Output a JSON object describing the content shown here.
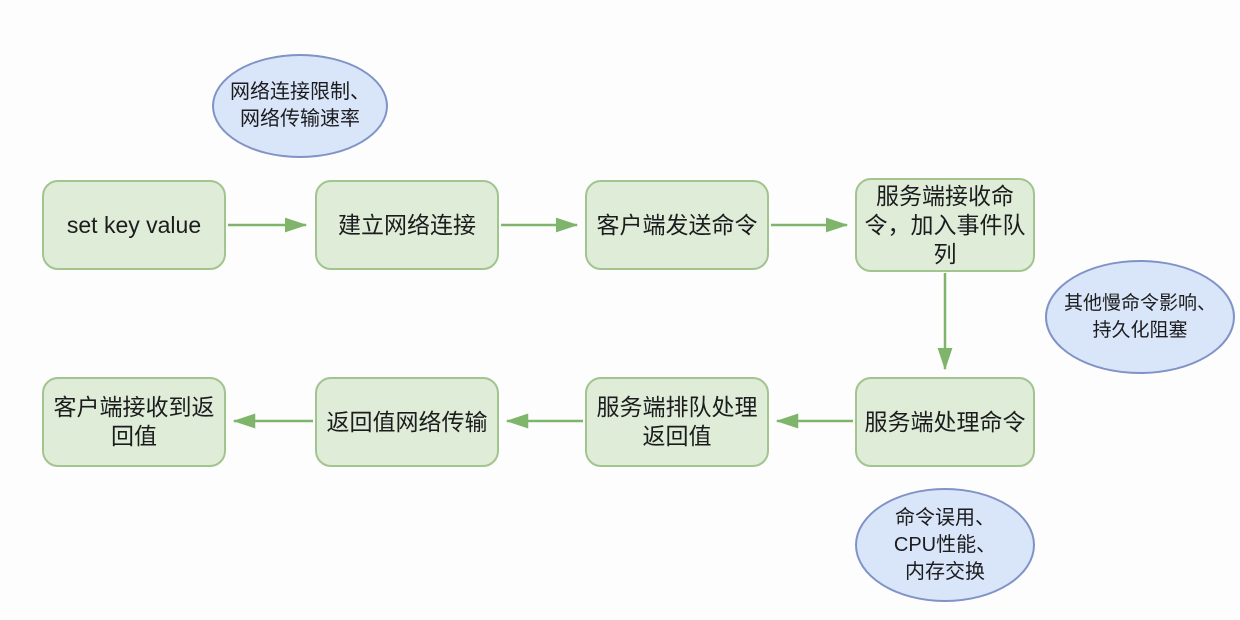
{
  "flow": {
    "nodes": [
      {
        "id": "set-key-value",
        "lines": [
          "set key value"
        ]
      },
      {
        "id": "establish-network-connection",
        "lines": [
          "建立网络连接"
        ]
      },
      {
        "id": "client-send-command",
        "lines": [
          "客户端发送命令"
        ]
      },
      {
        "id": "server-receive-command",
        "lines": [
          "服务端接收命",
          "令，加入事件队",
          "列"
        ]
      },
      {
        "id": "server-process-command",
        "lines": [
          "服务端处理命令"
        ]
      },
      {
        "id": "server-queue-return-value",
        "lines": [
          "服务端排队处理",
          "返回值"
        ]
      },
      {
        "id": "return-value-network-transfer",
        "lines": [
          "返回值网络传输"
        ]
      },
      {
        "id": "client-receive-return-value",
        "lines": [
          "客户端接收到返",
          "回值"
        ]
      }
    ],
    "annotations": [
      {
        "id": "network-limit",
        "lines": [
          "网络连接限制、",
          "网络传输速率"
        ]
      },
      {
        "id": "slow-command-blocking",
        "lines": [
          "其他慢命令影响、",
          "持久化阻塞"
        ]
      },
      {
        "id": "command-misuse",
        "lines": [
          "命令误用、",
          "CPU性能、",
          "内存交换"
        ]
      }
    ],
    "edges": [
      {
        "from": "set-key-value",
        "to": "establish-network-connection",
        "direction": "right"
      },
      {
        "from": "establish-network-connection",
        "to": "client-send-command",
        "direction": "right"
      },
      {
        "from": "client-send-command",
        "to": "server-receive-command",
        "direction": "right"
      },
      {
        "from": "server-receive-command",
        "to": "server-process-command",
        "direction": "down"
      },
      {
        "from": "server-process-command",
        "to": "server-queue-return-value",
        "direction": "left"
      },
      {
        "from": "server-queue-return-value",
        "to": "return-value-network-transfer",
        "direction": "left"
      },
      {
        "from": "return-value-network-transfer",
        "to": "client-receive-return-value",
        "direction": "left"
      }
    ]
  },
  "colors": {
    "box_fill": "#deecd8",
    "box_border": "#a2c48f",
    "arrow": "#7fb56a",
    "ellipse_fill": "#d9e5f8",
    "ellipse_border": "#8093c7",
    "text": "#1c1c1e",
    "background": "#fdfdfd"
  }
}
